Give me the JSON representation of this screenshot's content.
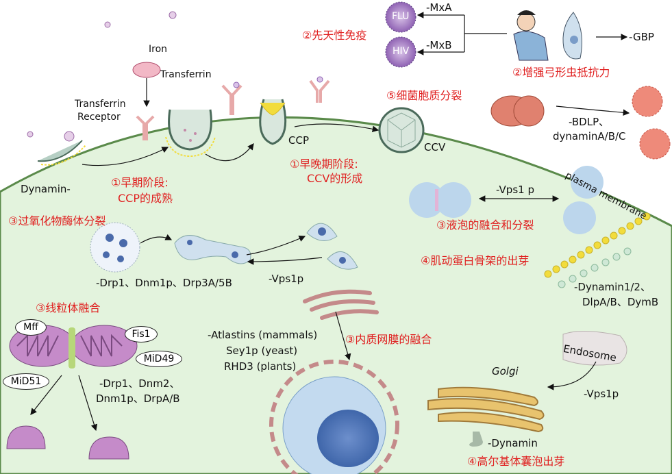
{
  "diagram": {
    "endocytosis": {
      "iron": "Iron",
      "transferrin": "Transferrin",
      "receptor_line1": "Transferrin",
      "receptor_line2": "Receptor",
      "dynamin": "Dynamin-",
      "ccp": "CCP",
      "ccv": "CCV",
      "stage1_title": "①早期阶段:",
      "stage1_sub": "CCP的成熟",
      "stage2_title": "①早晚期阶段:",
      "stage2_sub": "CCV的形成"
    },
    "innate_immunity": {
      "title": "②先天性免疫",
      "flu": "FLU",
      "hiv": "HIV",
      "mxa": "-MxA",
      "mxb": "-MxB"
    },
    "toxoplasma": {
      "title": "②增强弓形虫抵抗力",
      "gbp": "-GBP"
    },
    "bacteria": {
      "title": "⑤细菌胞质分裂",
      "proteins_line1": "-BDLP、",
      "proteins_line2": "dynaminA/B/C"
    },
    "membrane_label": "plasma membrane",
    "vacuole": {
      "title": "③液泡的融合和分裂",
      "protein": "-Vps1 p"
    },
    "actin": {
      "title": "④肌动蛋白骨架的出芽",
      "proteins_line1": "-Dynamin1/2、",
      "proteins_line2": "DlpA/B、DymB"
    },
    "peroxisome": {
      "title": "③过氧化物酶体分裂",
      "proteins": "-Drp1、Dnm1p、Drp3A/5B",
      "vps": "-Vps1p"
    },
    "mitochondria": {
      "title": "③线粒体融合",
      "mff": "Mff",
      "fis1": "Fis1",
      "mid49": "MiD49",
      "mid51": "MiD51",
      "proteins_line1": "-Drp1、Dnm2、",
      "proteins_line2": "Dnm1p、DrpA/B"
    },
    "er": {
      "title": "③内质网膜的融合",
      "line1": "-Atlastins  (mammals)",
      "line2": "Sey1p  (yeast)",
      "line3": "RHD3  (plants)"
    },
    "golgi": {
      "label": "Golgi",
      "endosome": "Endosome",
      "vps": "-Vps1p",
      "dynamin": "-Dynamin",
      "title": "④高尔基体囊泡出芽"
    },
    "colors": {
      "cell_fill": "#e3f3dd",
      "membrane": "#5a8a4a",
      "annotation_red": "#e02020",
      "vesicle_blue": "#bcd6ec",
      "mito_purple": "#a36aa8",
      "actin_yellow": "#f2dc3c"
    }
  }
}
